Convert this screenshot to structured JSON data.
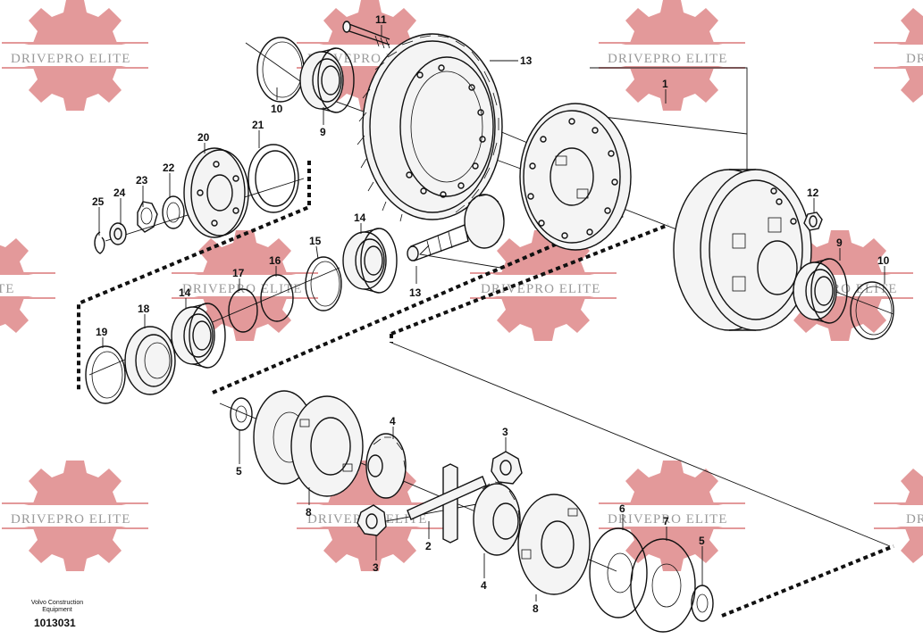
{
  "watermark": {
    "text": "DRIVEPRO ELITE",
    "gear_color": "#e08a8a"
  },
  "callouts": [
    {
      "id": "c11",
      "label": "11"
    },
    {
      "id": "c13a",
      "label": "13"
    },
    {
      "id": "c1",
      "label": "1"
    },
    {
      "id": "c10a",
      "label": "10"
    },
    {
      "id": "c9a",
      "label": "9"
    },
    {
      "id": "c20",
      "label": "20"
    },
    {
      "id": "c21",
      "label": "21"
    },
    {
      "id": "c22",
      "label": "22"
    },
    {
      "id": "c23",
      "label": "23"
    },
    {
      "id": "c24",
      "label": "24"
    },
    {
      "id": "c25",
      "label": "25"
    },
    {
      "id": "c14a",
      "label": "14"
    },
    {
      "id": "c15",
      "label": "15"
    },
    {
      "id": "c16",
      "label": "16"
    },
    {
      "id": "c17",
      "label": "17"
    },
    {
      "id": "c14b",
      "label": "14"
    },
    {
      "id": "c18",
      "label": "18"
    },
    {
      "id": "c19",
      "label": "19"
    },
    {
      "id": "c13b",
      "label": "13"
    },
    {
      "id": "c12",
      "label": "12"
    },
    {
      "id": "c9b",
      "label": "9"
    },
    {
      "id": "c10b",
      "label": "10"
    },
    {
      "id": "c4a",
      "label": "4"
    },
    {
      "id": "c3a",
      "label": "3"
    },
    {
      "id": "c5a",
      "label": "5"
    },
    {
      "id": "c8a",
      "label": "8"
    },
    {
      "id": "c2",
      "label": "2"
    },
    {
      "id": "c3b",
      "label": "3"
    },
    {
      "id": "c4b",
      "label": "4"
    },
    {
      "id": "c8b",
      "label": "8"
    },
    {
      "id": "c6",
      "label": "6"
    },
    {
      "id": "c7",
      "label": "7"
    },
    {
      "id": "c5b",
      "label": "5"
    }
  ],
  "caption": {
    "brand_line1": "Volvo Construction",
    "brand_line2": "Equipment",
    "drawing_number": "1013031"
  }
}
